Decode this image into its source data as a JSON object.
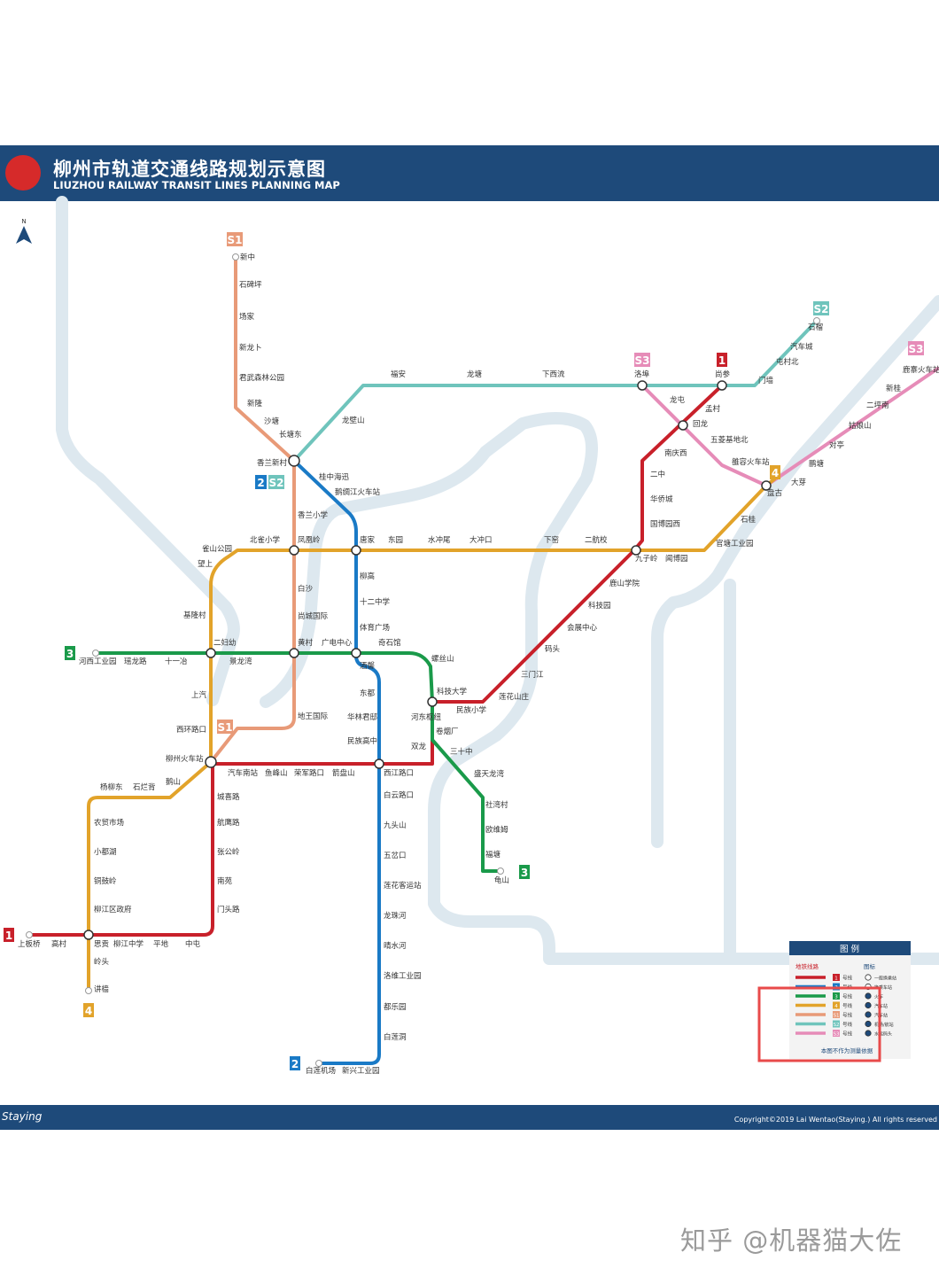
{
  "header": {
    "title_cn": "柳州市轨道交通线路规划示意图",
    "title_en": "LIUZHOU RAILWAY TRANSIT LINES PLANNING MAP"
  },
  "compass": {
    "label": "N"
  },
  "colors": {
    "line1": "#c8202a",
    "line2": "#1a7ac6",
    "line3": "#1a9a4a",
    "line4": "#e2a32a",
    "lineS1": "#e89a78",
    "lineS2": "#6fc4bc",
    "lineS3": "#e68cb8",
    "river": "#dde8ef",
    "header": "#1e4a7a"
  },
  "line_badges": {
    "line1_west": "1",
    "line1_north": "1",
    "line2_south": "2",
    "line2_xlxc": "2",
    "line3_west": "3",
    "line3_south": "3",
    "line4_east": "4",
    "line4_south": "4",
    "S1_north": "S1",
    "S1_south": "S1",
    "S2_xlxc": "S2",
    "S2_north": "S2",
    "S3_luobu": "S3",
    "S3_east": "S3"
  },
  "stations": {
    "xinzhong": "新中",
    "shibeiping": "石碑坪",
    "yangjia": "场家",
    "xinlongbu": "新龙卜",
    "junwusenlin": "君武森林公园",
    "xinlong": "新隆",
    "shatang": "沙塘",
    "changtangdong": "长塘东",
    "xianglanxincun": "香兰新村",
    "longbishan": "龙壁山",
    "fuan": "福安",
    "longtang": "龙塘",
    "xiaxiliu": "下西流",
    "luobu": "洛埠",
    "shangcan": "尚参",
    "menjiang": "门墙",
    "tuncunbei": "屯村北",
    "qichecheng": "汽车城",
    "shiliu": "石榴",
    "luozhaihuochezhan": "鹿寨火车站",
    "xinqian": "新桂",
    "erqiannan": "二坪南",
    "guniangshan": "姑娘山",
    "duiting": "对亭",
    "pengtang": "鹏塘",
    "dawu": "大芽",
    "pangu": "盘古",
    "shigui": "石桂",
    "guanjiegongyeyuan": "官塘工业园",
    "guangbosyuan": "闻博园",
    "jiuziling": "九子岭",
    "guobowuxi": "国博园西",
    "huaqiaocheng": "华侨城",
    "erzhong": "二中",
    "nanqingxi": "南庆西",
    "mengcun": "孟村",
    "longtun": "龙屯",
    "huilong": "回龙",
    "wulingjidibei": "五菱基地北",
    "luorongche": "雒容火车站",
    "guizhonghaian": "桂中海迅",
    "liujianghuochezhan": "鹅绸江火车站",
    "xianglanxiaoxue": "香兰小学",
    "fenghuangling": "凤凰岭",
    "tangjia": "唐家",
    "dongyuan": "东园",
    "shuichongwei": "水冲尾",
    "dachongkou": "大冲口",
    "xiawei": "下窑",
    "erhangxiao": "二航校",
    "queshangongyuan": "雀山公园",
    "beiquexiaoxue": "北雀小学",
    "wangshang": "望上",
    "jilongcun": "基隆村",
    "erfangzhu": "二妇幼",
    "baisha": "白沙",
    "shangchengguoji": "尚城国际",
    "huangcun": "黄村",
    "guangdianzhongxin": "广电中心",
    "qishiguan": "奇石馆",
    "liugao": "柳高",
    "shierzhongxue": "十二中学",
    "tiyuguangchang": "体育广场",
    "luoshishan": "螺丝山",
    "jiuxiang": "酒馨",
    "dongdu": "东都",
    "hualinjunti": "华林君邸",
    "minzugaozhong": "民族高中",
    "heyedonghu": "河东枢纽",
    "shuanglong": "双龙",
    "kejidaxue": "科技大学",
    "minzuxiaoxue": "民族小学",
    "juanyanchang": "卷烟厂",
    "sanshizhong": "三十中",
    "liannhuashanzhuang": "莲花山庄",
    "sanmenjiang": "三门江",
    "matou": "码头",
    "huizhanzhongxin": "会展中心",
    "kejiyuan": "科技园",
    "lushanxueyuan": "鹿山学院",
    "hexigongyeyuan": "河西工业园",
    "yaolonglu": "瑶龙路",
    "shiyiye": "十一冶",
    "jinglongwan": "景龙湾",
    "shangqi": "上汽",
    "xihuanlukou": "西环路口",
    "liuzhouhuochezhan": "柳州火车站",
    "dizhuguoji": "地王国际",
    "qichenanzhan": "汽车南站",
    "yufengshan": "鱼峰山",
    "ronjunlukou": "荣军路口",
    "jianpanshan": "箭盘山",
    "xijianglukou": "西江路口",
    "baiyunlukou": "白云路口",
    "jiutoushan": "九头山",
    "wulongkou": "五岔口",
    "lianhuakeyunzhan": "莲花客运站",
    "longzhuhe": "龙珠河",
    "qingshuihe": "晴水河",
    "luoweigongyeyuan": "洛维工业园",
    "dulezhuan": "都乐园",
    "bailianhu": "白莲洞",
    "bailianjichang": "白莲机场",
    "xinxinggongyeyuan": "新兴工业园",
    "shengtianlongwan": "盛天龙湾",
    "shewancun": "社湾村",
    "ouweihai": "欧维姆",
    "guanluo": "福塘",
    "guishan": "龟山",
    "eshan": "鹅山",
    "yangliudong": "杨柳东",
    "shibiyu": "石烂背",
    "nongmaoshichang": "农贸市场",
    "xiaodouhu": "小都湖",
    "tongguling": "铜鼓岭",
    "liujiangquzheng": "柳江区政府",
    "shangbanqiao": "上板桥",
    "gaocun": "高村",
    "sigong": "思贡",
    "liujiangzhongxue": "柳江中学",
    "pingdi": "平地",
    "zhongtun": "中屯",
    "mentoulu": "门头路",
    "nanyuan": "南苑",
    "zhanggongling": "张公岭",
    "hangjilu": "航鹰路",
    "chengzhonglu": "城喜路",
    "lingtou": "岭头",
    "jinqiao": "讲樯"
  },
  "legend": {
    "title": "图 例",
    "lines_header": "地铁线路",
    "icons_header": "图标",
    "lines": [
      {
        "badge": "1",
        "name": "号线",
        "color": "#c8202a"
      },
      {
        "badge": "2",
        "name": "号线",
        "color": "#1a7ac6"
      },
      {
        "badge": "3",
        "name": "号线",
        "color": "#1a9a4a"
      },
      {
        "badge": "4",
        "name": "号线",
        "color": "#e2a32a"
      },
      {
        "badge": "S1",
        "name": "号线",
        "color": "#e89a78"
      },
      {
        "badge": "S2",
        "name": "号线",
        "color": "#6fc4bc"
      },
      {
        "badge": "S3",
        "name": "号线",
        "color": "#e68cb8"
      }
    ],
    "icons": [
      "一般换乘站",
      "换乘车站",
      "火车",
      "汽车站",
      "汽车站",
      "机场/航站",
      "水运码头"
    ],
    "note": "本图不作为测量依据"
  },
  "footer": {
    "sign": "Staying",
    "copyright": "Copyright©2019 Lai Wentao(Staying.) All rights reserved"
  },
  "watermark": "知乎 @机器猫大佐"
}
